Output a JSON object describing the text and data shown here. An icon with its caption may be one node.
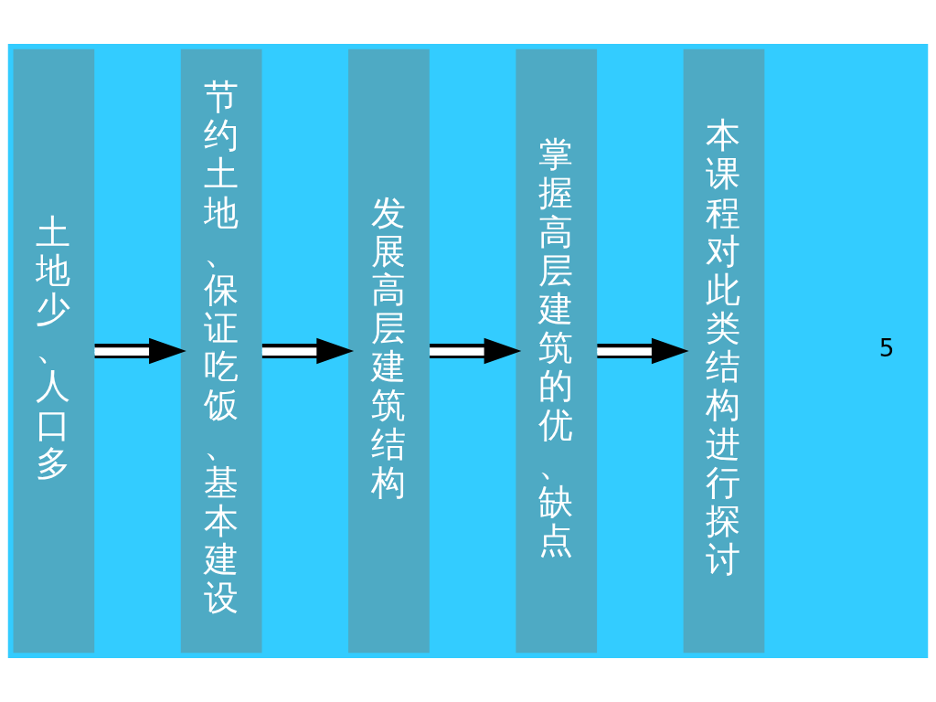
{
  "diagram": {
    "nodes": [
      {
        "text": [
          "土地少、人口多"
        ]
      },
      {
        "text": [
          "节约土地、保证吃饭、基本建设"
        ]
      },
      {
        "text": [
          "发展高层建筑结构"
        ]
      },
      {
        "text": [
          "掌握高层建筑的优、缺点"
        ]
      },
      {
        "text": [
          "本课程对此类结构进行探讨"
        ]
      }
    ],
    "edges": [
      {
        "from": 0,
        "to": 1,
        "arrow": "to"
      },
      {
        "from": 1,
        "to": 2,
        "arrow": "to"
      },
      {
        "from": 2,
        "to": 3,
        "arrow": "to"
      },
      {
        "from": 3,
        "to": 4,
        "arrow": "to"
      }
    ],
    "labels": [
      "5"
    ]
  }
}
